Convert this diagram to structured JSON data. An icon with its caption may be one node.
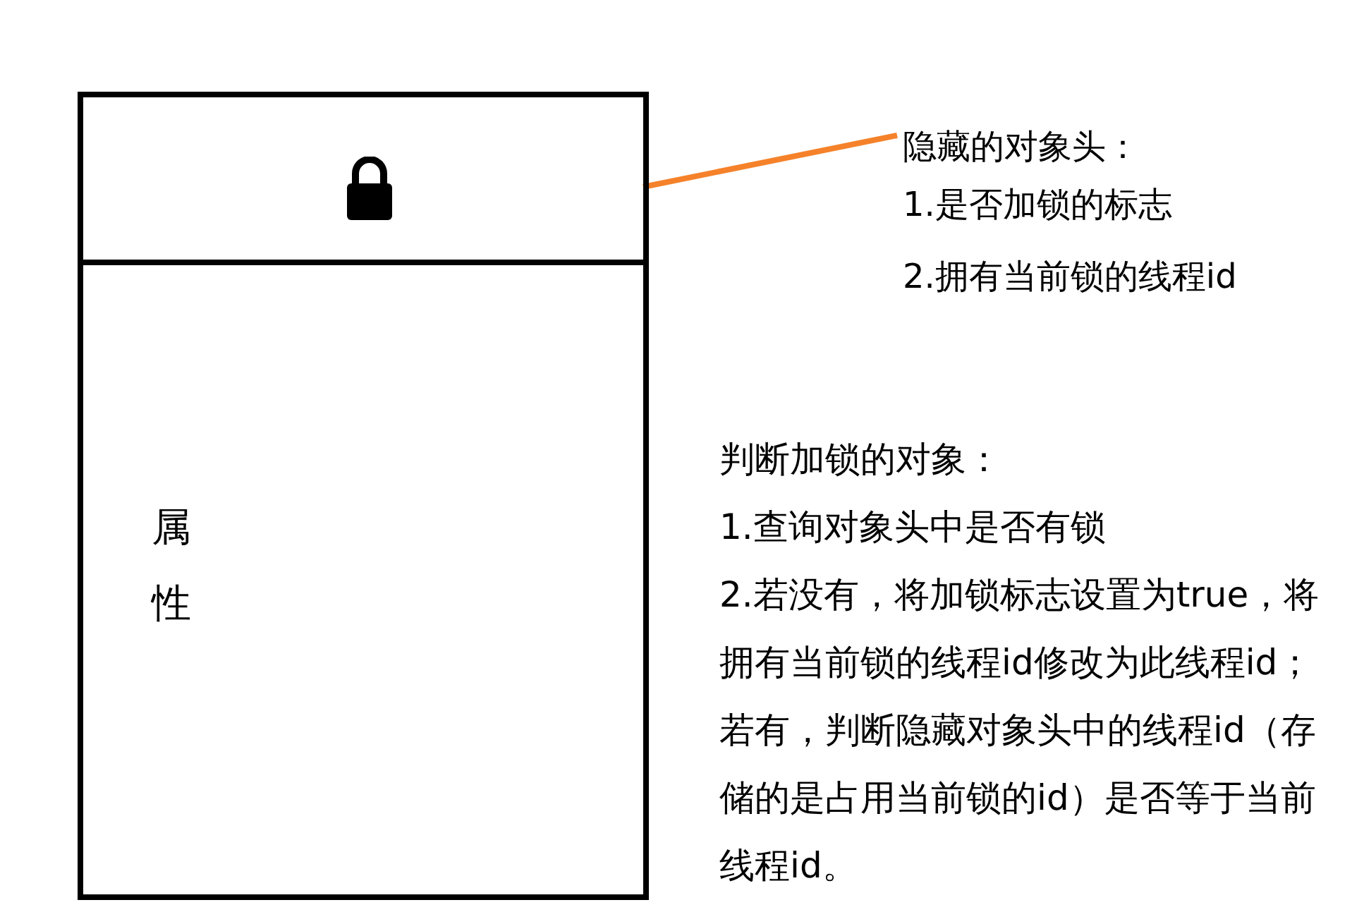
{
  "diagram": {
    "nodes": [
      {
        "text": [],
        "shape": "box"
      },
      {
        "text": [],
        "shape": "box",
        "in": 0
      },
      {
        "text": [
          "属性"
        ],
        "in": 0
      },
      {
        "text": [
          "隐藏的对象头：",
          "1.是否加锁的标志",
          "2.拥有当前锁的线程id"
        ]
      }
    ],
    "edges": [
      {
        "from": 1,
        "to": 3,
        "arrow": "none",
        "color": "#f5822a"
      }
    ],
    "labels": [
      "判断加锁的对象：",
      "1.查询对象头中是否有锁",
      "2.若没有，将加锁标志设置为true，将拥有当前锁的线程id修改为此线程id；若有，判断隐藏对象头中的线程id（存储的是占用当前锁的id）是否等于当前线程id。"
    ]
  }
}
